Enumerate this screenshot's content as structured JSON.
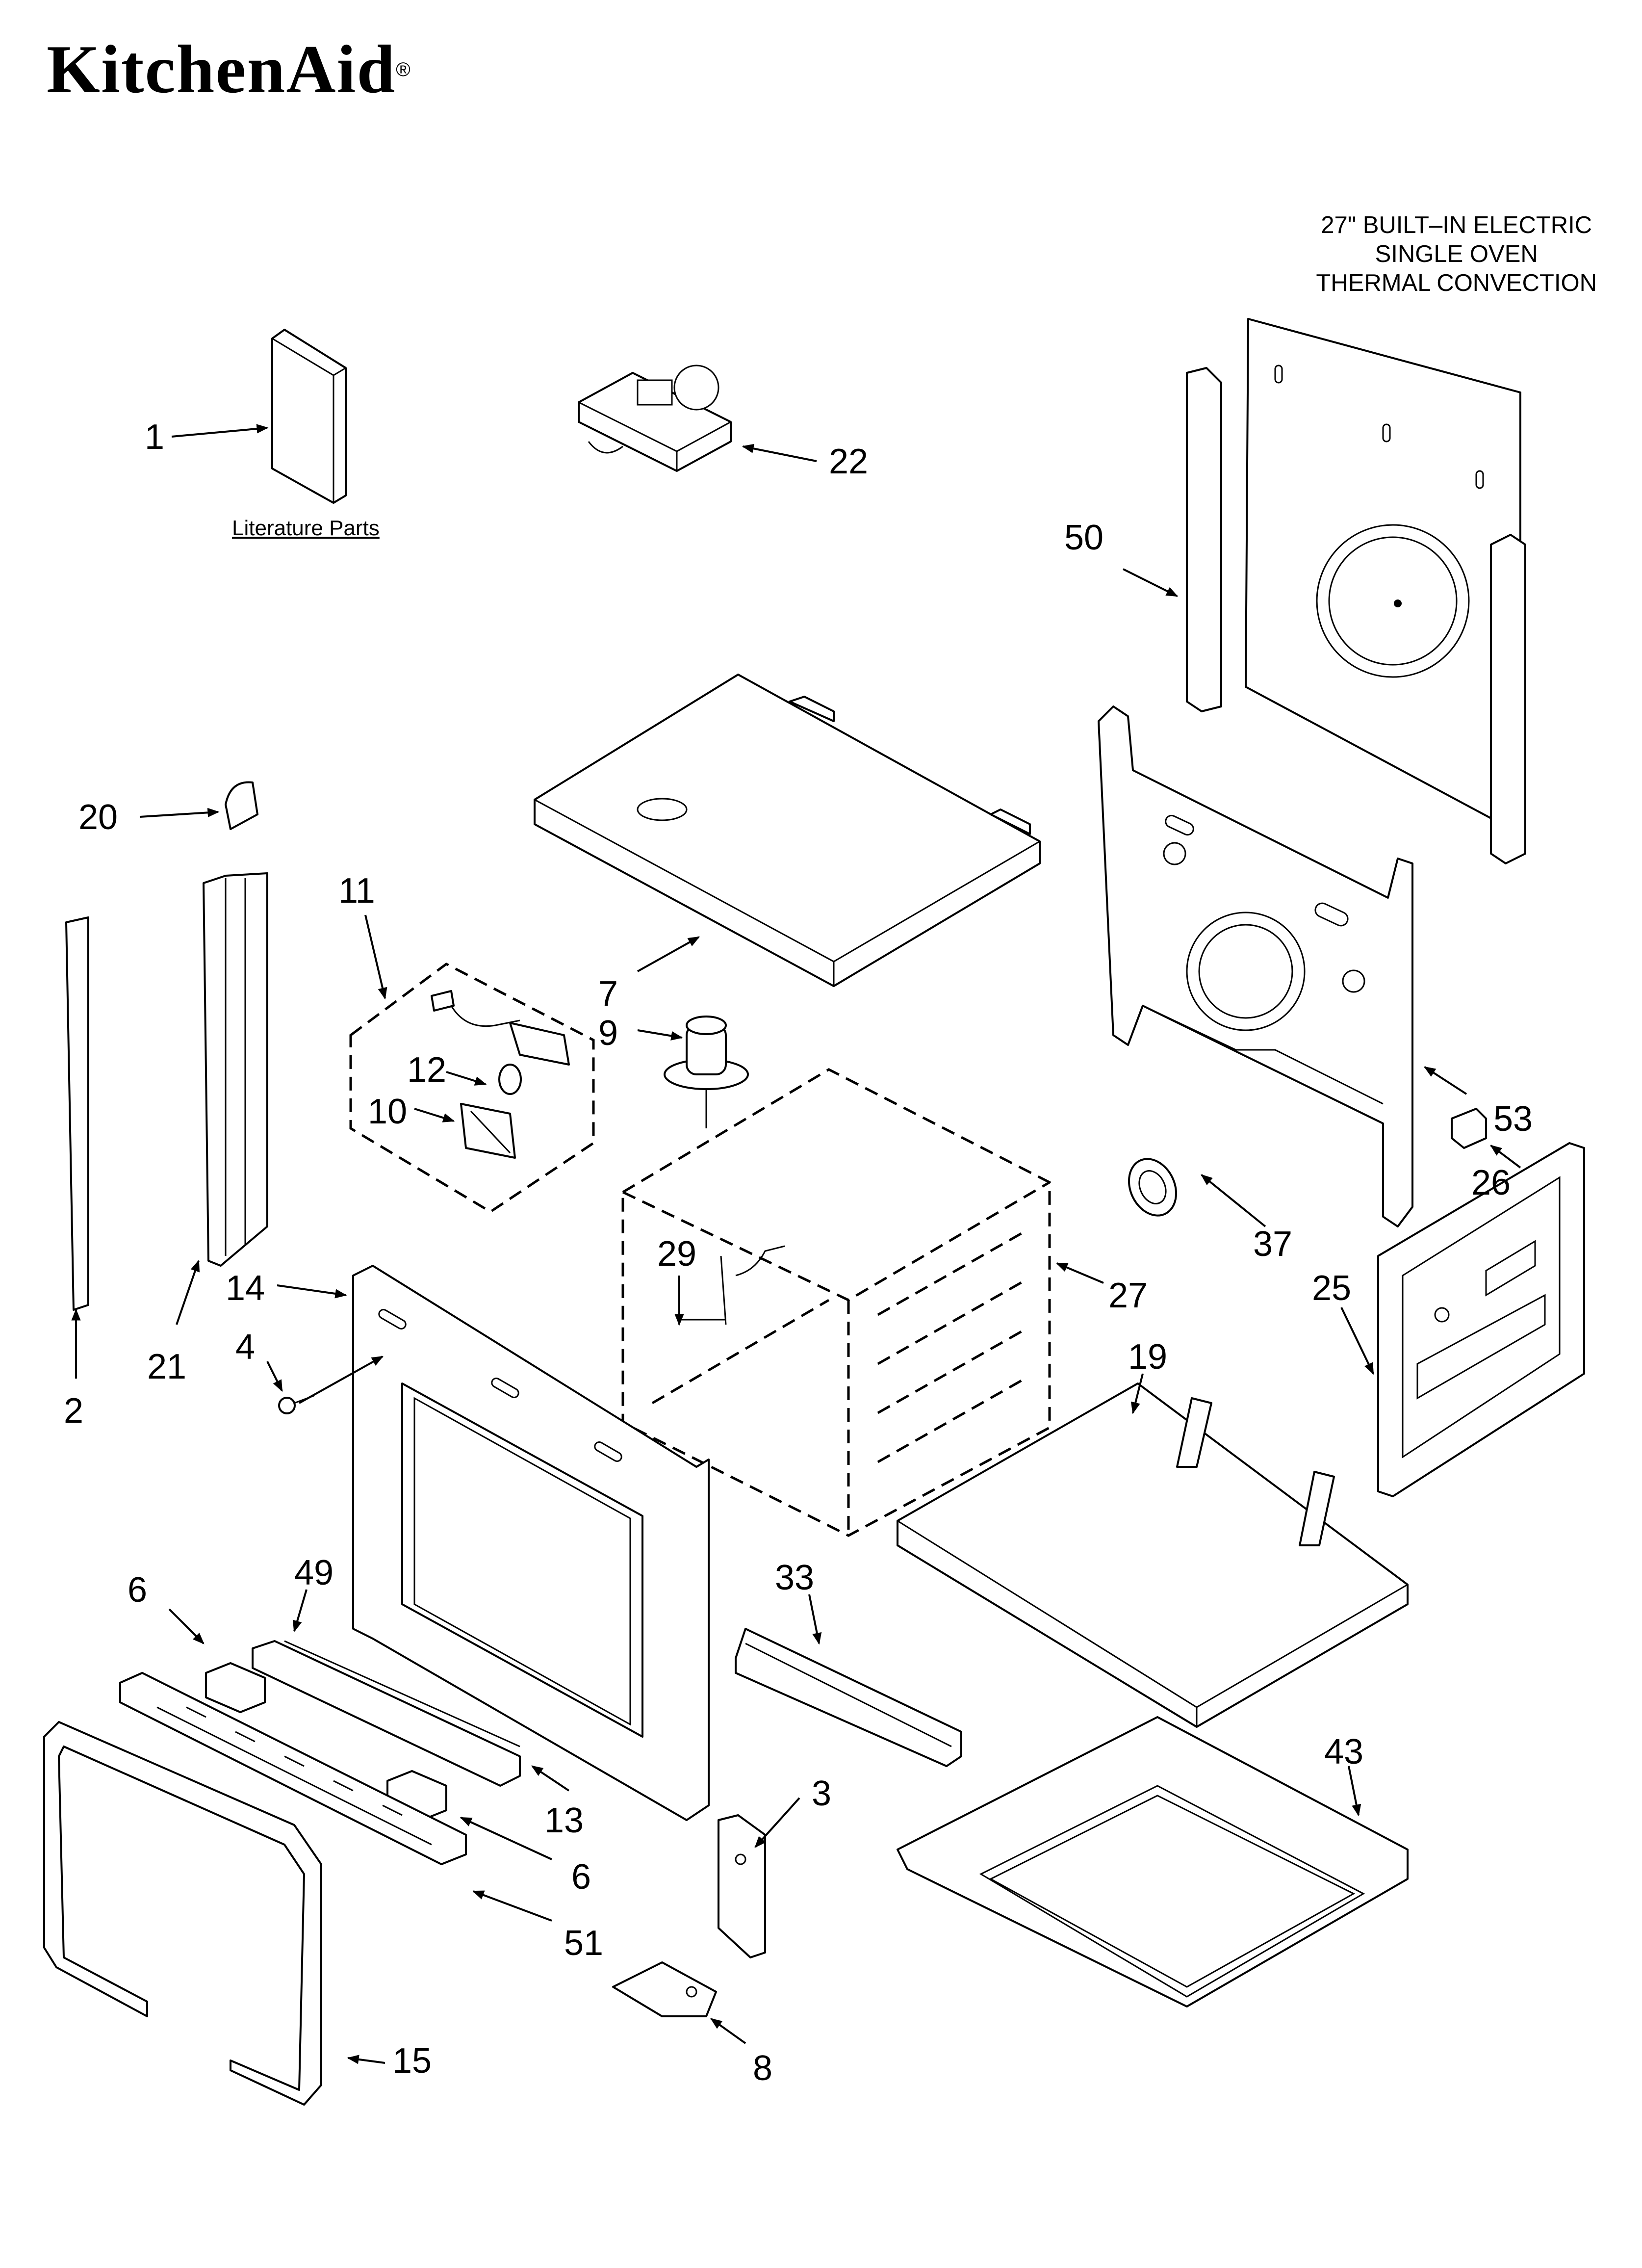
{
  "brand": "KitchenAid",
  "brand_mark": "®",
  "title_lines": [
    "27\" BUILT–IN ELECTRIC",
    "SINGLE OVEN",
    "THERMAL CONVECTION"
  ],
  "literature_label": "Literature Parts",
  "callouts": {
    "p1": "1",
    "p2": "2",
    "p3": "3",
    "p4": "4",
    "p6a": "6",
    "p6b": "6",
    "p7": "7",
    "p8": "8",
    "p9": "9",
    "p10": "10",
    "p11": "11",
    "p12": "12",
    "p13": "13",
    "p14": "14",
    "p15": "15",
    "p19": "19",
    "p20": "20",
    "p21": "21",
    "p22": "22",
    "p25": "25",
    "p26": "26",
    "p27": "27",
    "p29": "29",
    "p33": "33",
    "p37": "37",
    "p43": "43",
    "p49": "49",
    "p50": "50",
    "p51": "51",
    "p53": "53"
  }
}
